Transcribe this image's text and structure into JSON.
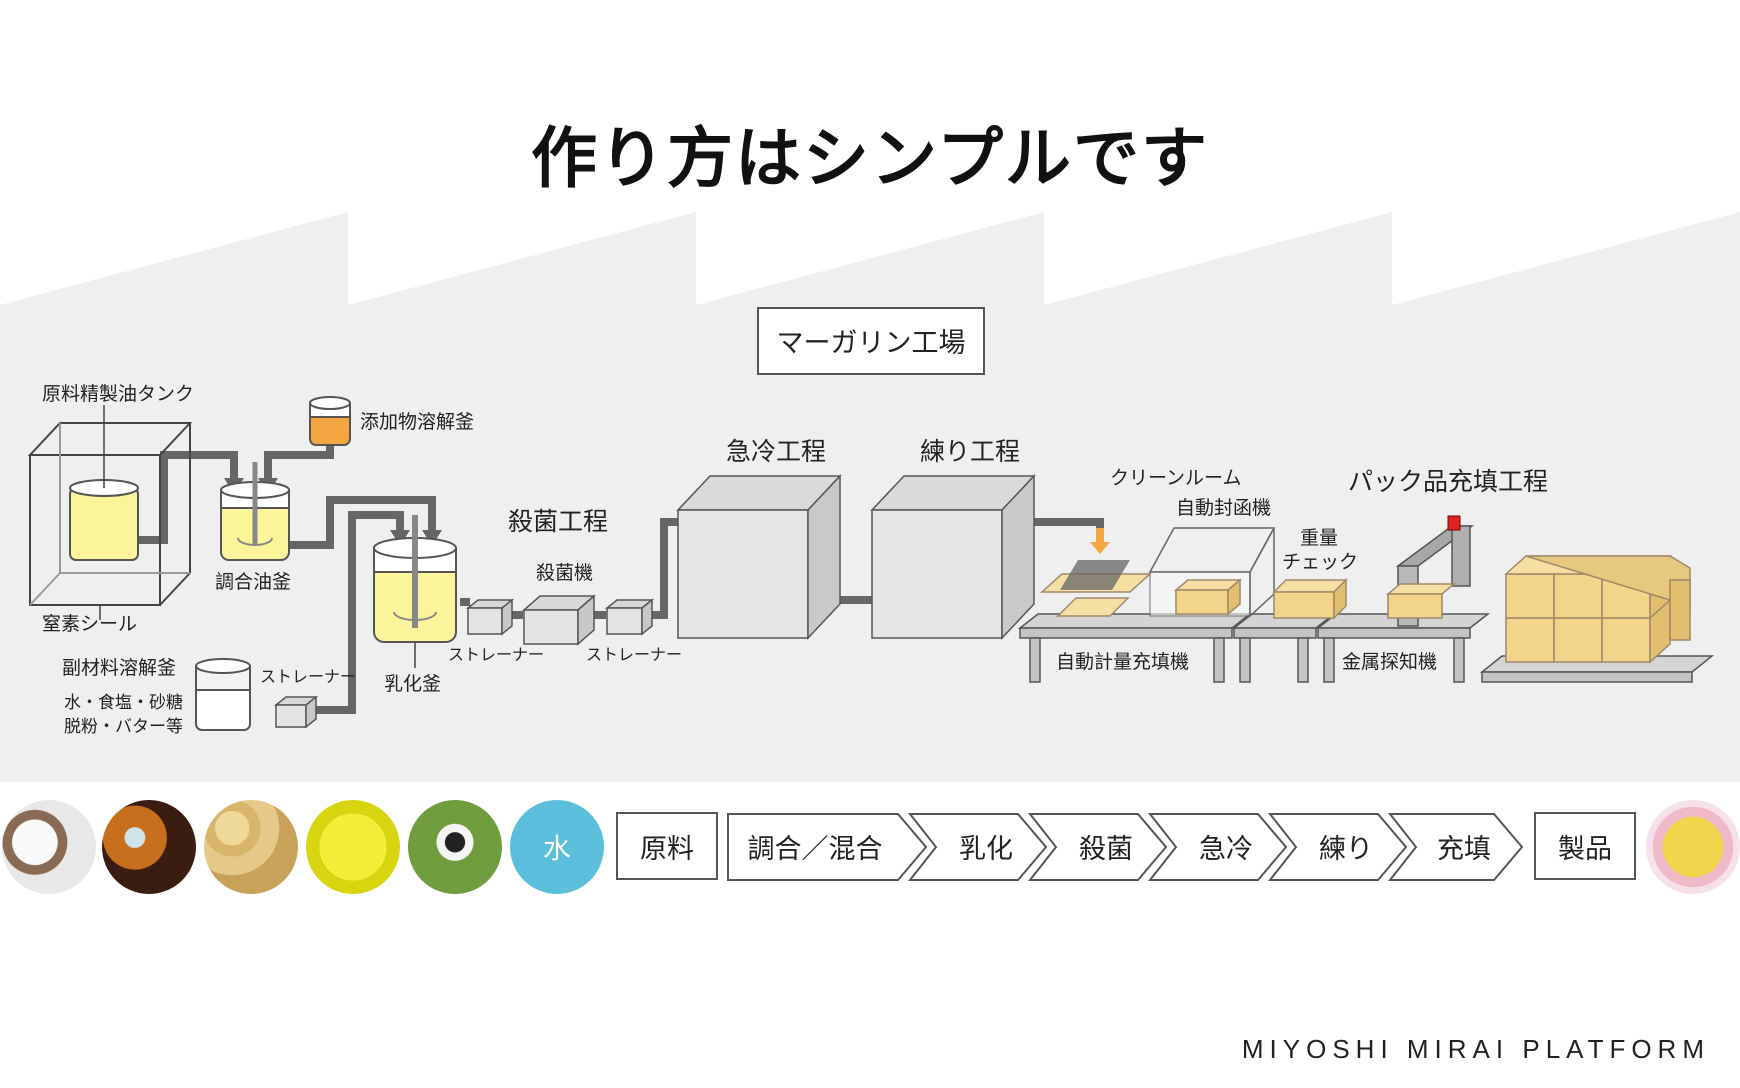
{
  "title": "作り方はシンプルです",
  "factory_label": "マーガリン工場",
  "labels": {
    "raw_oil_tank": "原料精製油タンク",
    "nitrogen_seal": "窒素シール",
    "additive_tank": "添加物溶解釜",
    "blend_tank": "調合油釜",
    "sub_tank": "副材料溶解釜",
    "sub_items_1": "水・食塩・砂糖",
    "sub_items_2": "脱粉・バター等",
    "strainer_1": "ストレーナー",
    "emulsify_tank": "乳化釜",
    "sterilize_process": "殺菌工程",
    "sterilizer": "殺菌機",
    "strainer_2": "ストレーナー",
    "strainer_3": "ストレーナー",
    "quench_process": "急冷工程",
    "knead_process": "練り工程",
    "clean_room": "クリーンルーム",
    "auto_sealer": "自動封函機",
    "weight_check_1": "重量",
    "weight_check_2": "チェック",
    "pack_process": "パック品充填工程",
    "auto_filler": "自動計量充填機",
    "metal_detector": "金属探知機"
  },
  "flow": {
    "water": "水",
    "steps": [
      "原料",
      "調合／混合",
      "乳化",
      "殺菌",
      "急冷",
      "練り",
      "充填",
      "製品"
    ]
  },
  "footer": "MIYOSHI MIRAI PLATFORM"
}
